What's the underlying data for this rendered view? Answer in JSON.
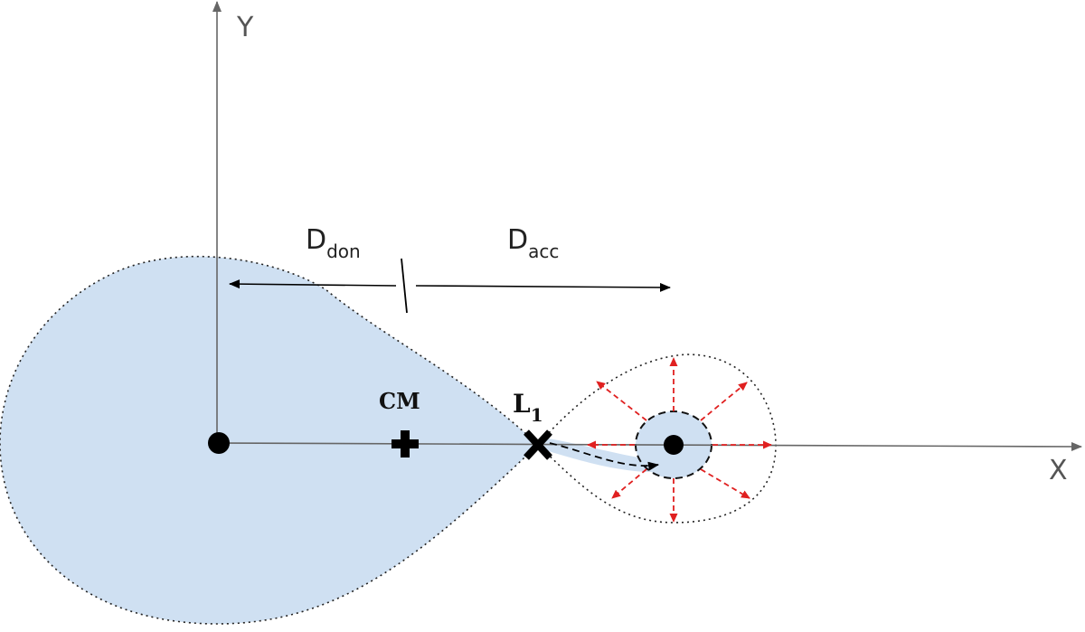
{
  "axes": {
    "x_label": "X",
    "y_label": "Y"
  },
  "distances": {
    "donor_main": "D",
    "donor_sub": "don",
    "accretor_main": "D",
    "accretor_sub": "acc"
  },
  "points": {
    "center_of_mass": "CM",
    "lagrange_main": "L",
    "lagrange_sub": "1"
  },
  "colors": {
    "lobe_fill": "#cfe0f2",
    "axis": "#666666",
    "outflow_arrows": "#e02020",
    "marker": "#000000"
  },
  "icons": {
    "donor_center": "filled-circle-icon",
    "accretor_center": "filled-circle-icon",
    "center_of_mass": "plus-icon",
    "lagrange_point": "x-mark-icon"
  }
}
